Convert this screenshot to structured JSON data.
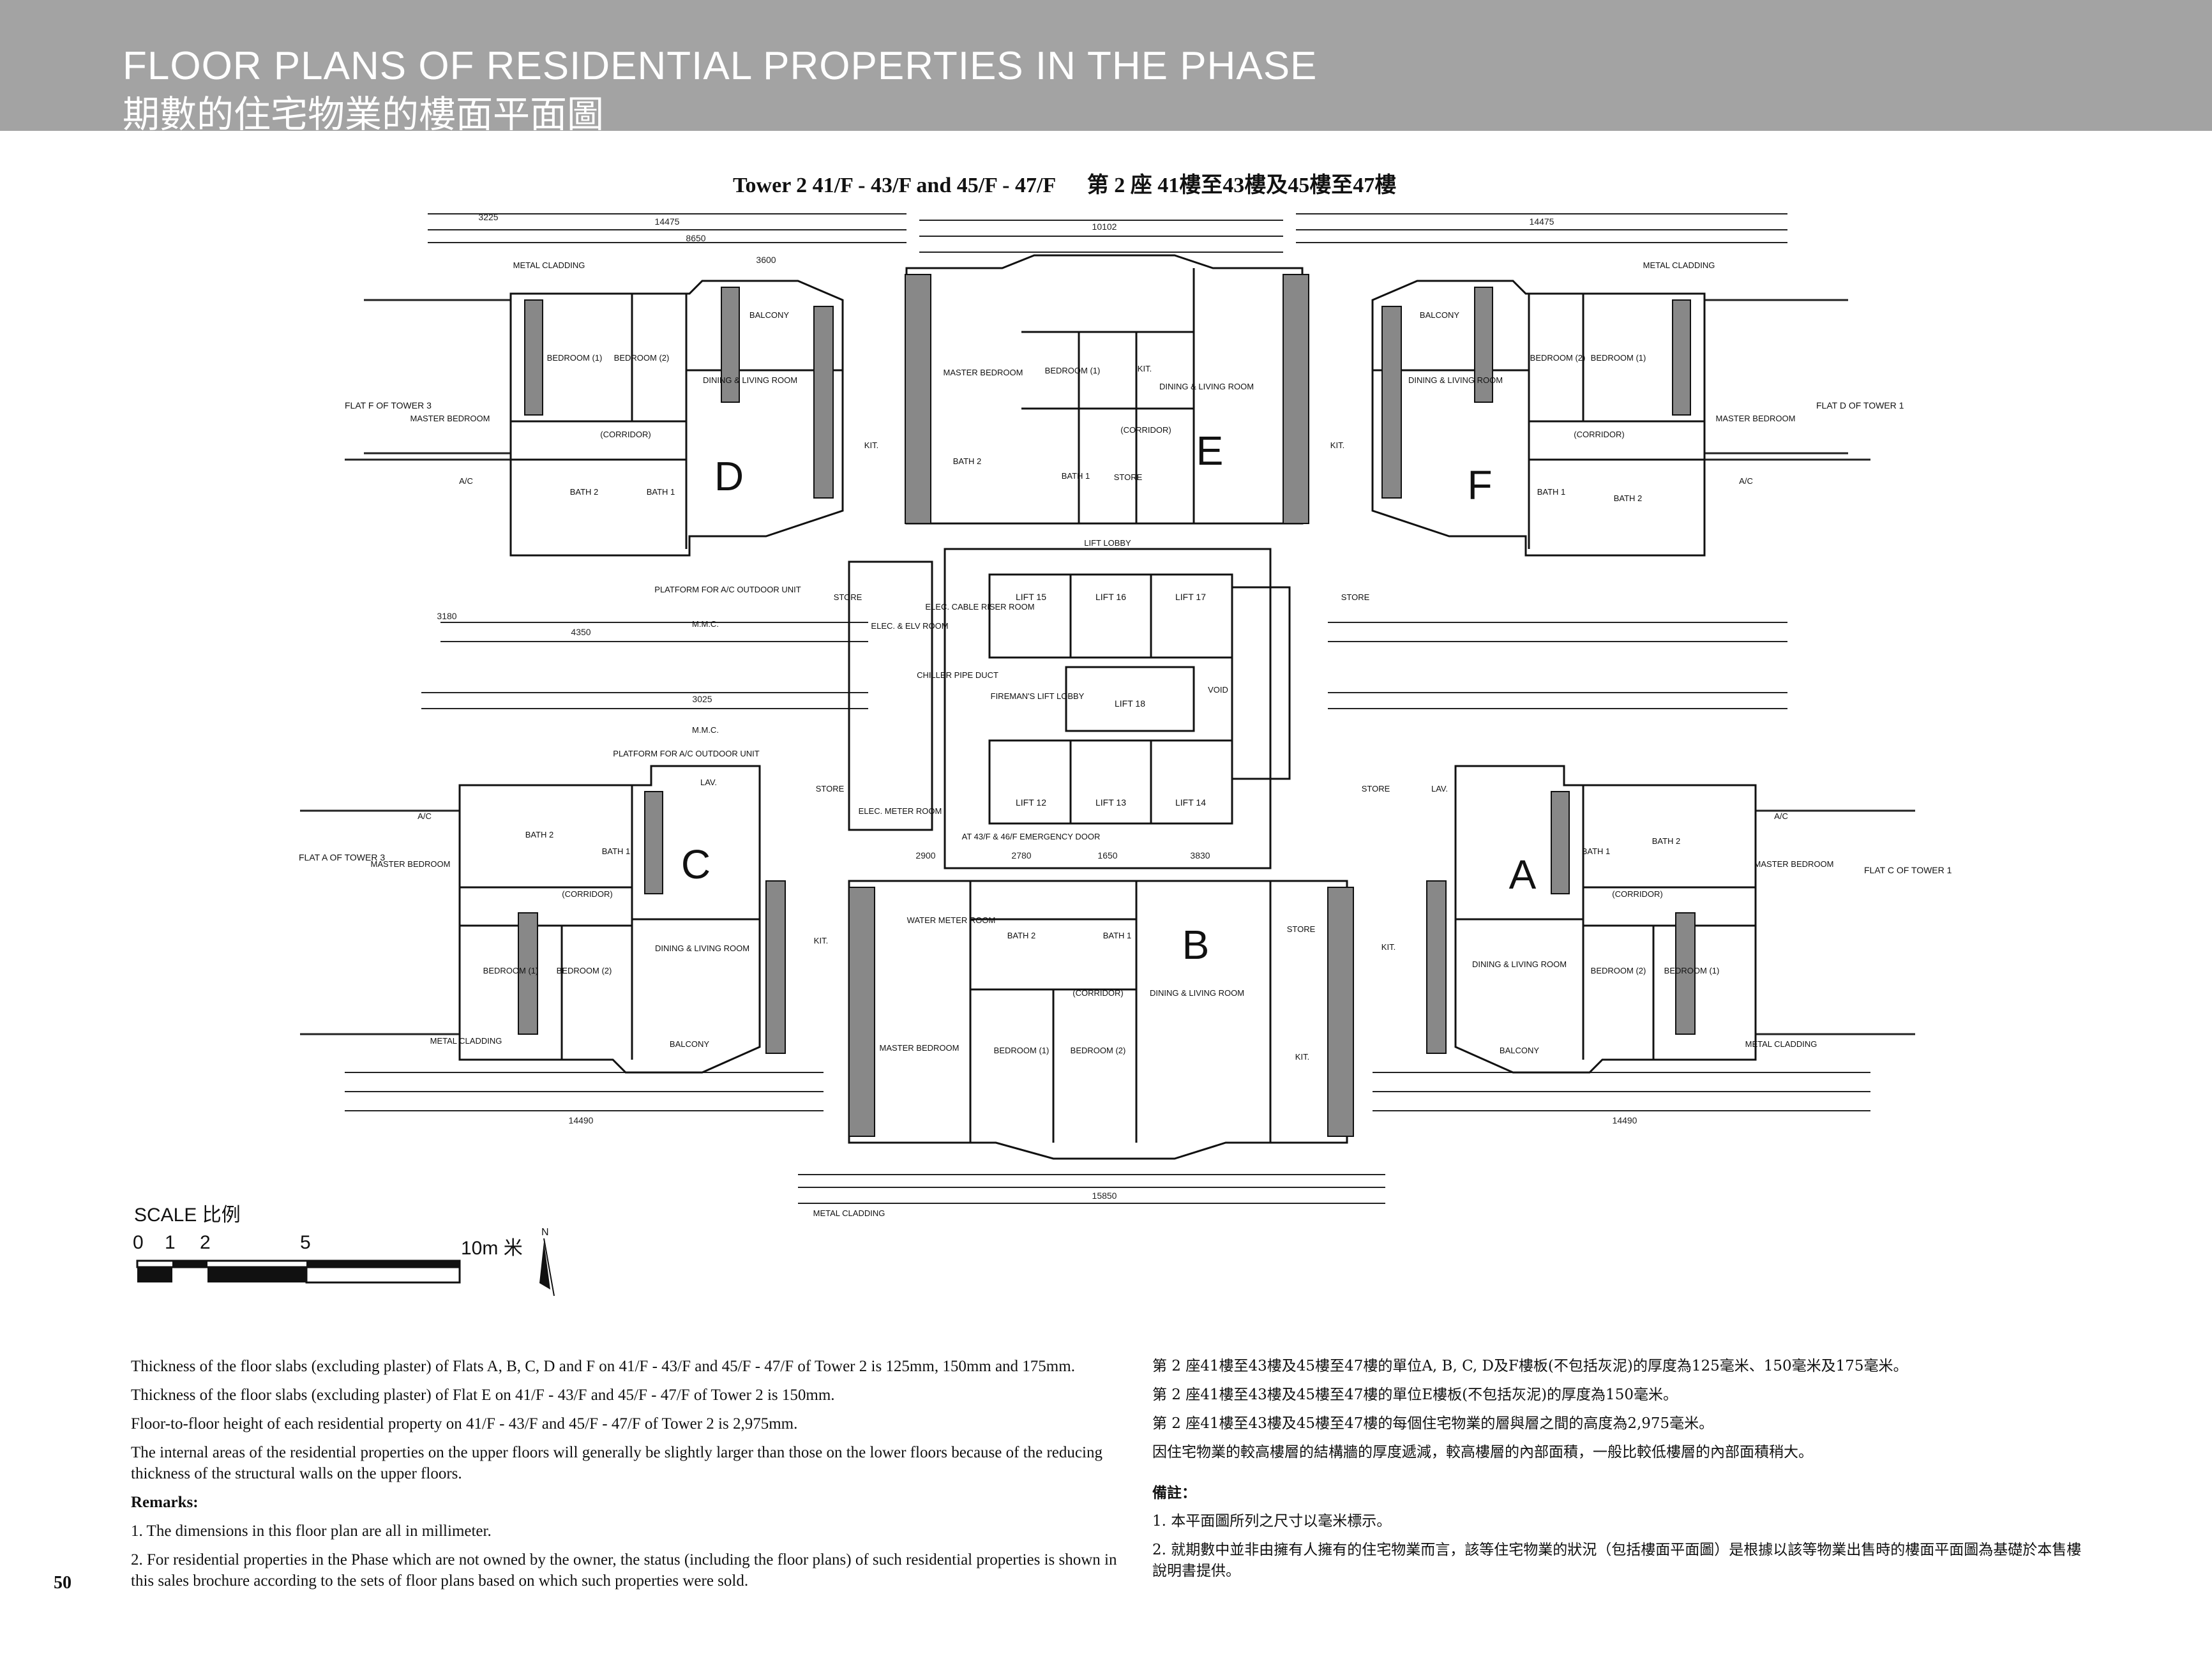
{
  "header": {
    "title_en": "FLOOR PLANS OF RESIDENTIAL PROPERTIES IN THE PHASE",
    "title_zh": "期數的住宅物業的樓面平面圖"
  },
  "plan_title": {
    "en": "Tower 2   41/F - 43/F and 45/F - 47/F",
    "zh": "第 2 座   41樓至43樓及45樓至47樓"
  },
  "flats": {
    "A": "A",
    "B": "B",
    "C": "C",
    "D": "D",
    "E": "E",
    "F": "F"
  },
  "rooms": {
    "dining_living": "DINING & LIVING ROOM",
    "master_bedroom": "MASTER BEDROOM",
    "bedroom_1": "BEDROOM (1)",
    "bedroom_2": "BEDROOM (2)",
    "bath_1": "BATH 1",
    "bath_2": "BATH 2",
    "kit": "KIT.",
    "corridor": "(CORRIDOR)",
    "balcony": "BALCONY",
    "store": "STORE",
    "lav": "LAV.",
    "ac": "A/C",
    "metal_cladding": "METAL CLADDING",
    "platform_ac": "PLATFORM FOR A/C OUTDOOR UNIT",
    "mmc": "M.M.C.",
    "lift_lobby": "LIFT LOBBY",
    "elec_elv": "ELEC. & ELV ROOM",
    "elec_meter": "ELEC. METER ROOM",
    "water_meter": "WATER METER ROOM",
    "elec_cable_riser": "ELEC. CABLE RISER ROOM",
    "chiller_duct": "CHILLER PIPE DUCT",
    "firemans_lobby": "FIREMAN'S LIFT LOBBY",
    "void": "VOID",
    "emergency_door": "AT 43/F & 46/F EMERGENCY DOOR"
  },
  "lifts": [
    "LIFT 15",
    "LIFT 16",
    "LIFT 17",
    "LIFT 18",
    "LIFT 12",
    "LIFT 13",
    "LIFT 14"
  ],
  "neighbours": {
    "flat_f_t3": "FLAT F OF TOWER 3",
    "flat_d_t1": "FLAT D OF TOWER 1",
    "flat_a_t3": "FLAT A OF TOWER 3",
    "flat_c_t1": "FLAT C OF TOWER 1"
  },
  "dimensions": {
    "top_overall": "10102",
    "top_left": "14475",
    "top_right": "14475",
    "bottom_overall": "15850",
    "bottom_left": "14490",
    "bottom_right": "14490",
    "d1": "3225",
    "d2": "8650",
    "d3": "3600",
    "d4": "3180",
    "d5": "4350",
    "d6": "3025",
    "d7": "2900",
    "d8": "3830",
    "d9": "1650",
    "d10": "2780"
  },
  "scale": {
    "label": "SCALE 比例",
    "ticks": [
      "0",
      "1",
      "2",
      "5",
      "10m 米"
    ]
  },
  "notes_en": [
    "Thickness of the floor slabs (excluding plaster) of Flats A, B, C, D and F on 41/F - 43/F and 45/F - 47/F of Tower 2 is 125mm, 150mm and 175mm.",
    "Thickness of the floor slabs (excluding plaster) of Flat E on 41/F - 43/F and 45/F - 47/F of Tower 2 is 150mm.",
    "Floor-to-floor height of each residential property on 41/F - 43/F and 45/F - 47/F of Tower 2 is 2,975mm.",
    "The internal areas of the residential properties on the upper floors will generally be slightly larger than those on the lower floors because of the reducing thickness of the structural walls on the upper floors."
  ],
  "remarks_en": {
    "heading": "Remarks:",
    "items": [
      "1. The dimensions in this floor plan are all in millimeter.",
      "2. For residential properties in the Phase which are not owned by the owner, the status (including the floor plans) of such residential properties is shown in this sales brochure according to the sets of floor plans based on which such properties were sold."
    ]
  },
  "notes_zh": [
    "第 2 座41樓至43樓及45樓至47樓的單位A, B, C, D及F樓板(不包括灰泥)的厚度為125毫米、150毫米及175毫米。",
    "第 2 座41樓至43樓及45樓至47樓的單位E樓板(不包括灰泥)的厚度為150毫米。",
    "第 2 座41樓至43樓及45樓至47樓的每個住宅物業的層與層之間的高度為2,975毫米。",
    "因住宅物業的較高樓層的結構牆的厚度遞減，較高樓層的內部面積，一般比較低樓層的內部面積稍大。"
  ],
  "remarks_zh": {
    "heading": "備註：",
    "items": [
      "1. 本平面圖所列之尺寸以毫米標示。",
      "2. 就期數中並非由擁有人擁有的住宅物業而言，該等住宅物業的狀況（包括樓面平面圖）是根據以該等物業出售時的樓面平面圖為基礎於本售樓說明書提供。"
    ]
  },
  "page_number": "50"
}
